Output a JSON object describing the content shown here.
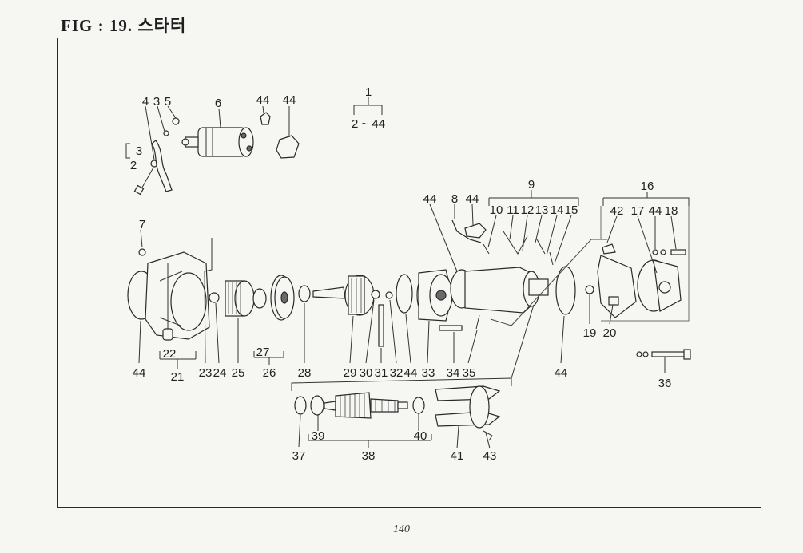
{
  "figure_title": "FIG : 19. 스타터",
  "page_number": "140",
  "callouts": {
    "c1": "1",
    "c2to44": "2 ~ 44",
    "c2": "2",
    "c3a": "3",
    "c3b": "3",
    "c4": "4",
    "c5": "5",
    "c6": "6",
    "c44a": "44",
    "c44b": "44",
    "c7": "7",
    "c8": "8",
    "c44c": "44",
    "c44d": "44",
    "c9": "9",
    "c10": "10",
    "c11": "11",
    "c12": "12",
    "c13": "13",
    "c14": "14",
    "c15": "15",
    "c16": "16",
    "c17": "17",
    "c18": "18",
    "c19": "19",
    "c20": "20",
    "c42": "42",
    "c44e": "44",
    "c44f": "44",
    "c21": "21",
    "c22": "22",
    "c23": "23",
    "c24": "24",
    "c25": "25",
    "c26": "26",
    "c27": "27",
    "c28": "28",
    "c29": "29",
    "c30": "30",
    "c31": "31",
    "c32": "32",
    "c44g": "44",
    "c33": "33",
    "c34": "34",
    "c35": "35",
    "c44h": "44",
    "c36": "36",
    "c37": "37",
    "c38": "38",
    "c39": "39",
    "c40": "40",
    "c41": "41",
    "c43": "43"
  }
}
